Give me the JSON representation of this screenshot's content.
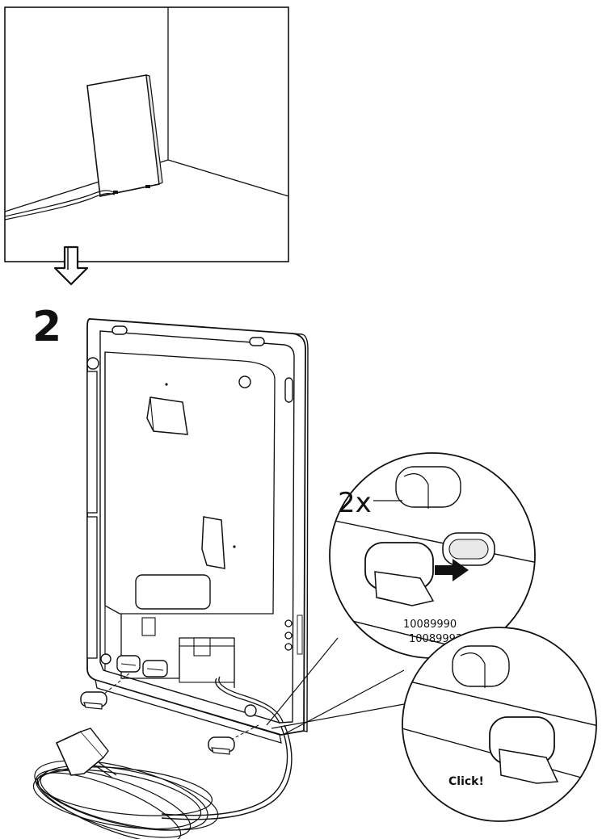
{
  "step_number": "2",
  "quantity_label": "2x",
  "part_numbers": [
    "10089990",
    "10089993"
  ],
  "click_label": "Click!",
  "colors": {
    "line": "#111111",
    "background": "#ffffff",
    "shade": "#cfcfcf"
  }
}
